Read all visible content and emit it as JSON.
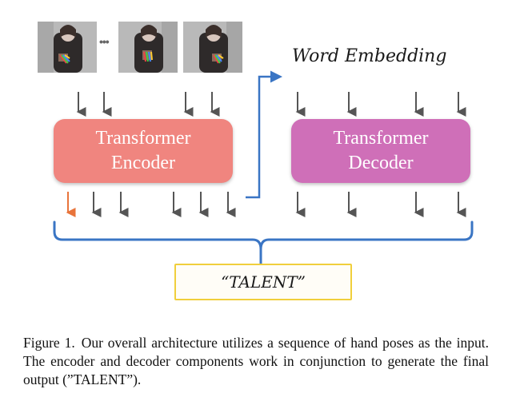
{
  "input_frames": [
    {
      "name": "input-frame-1"
    },
    {
      "name": "input-frame-2"
    },
    {
      "name": "input-frame-3"
    }
  ],
  "ellipsis": "•••",
  "encoder": {
    "label": "Transformer Encoder"
  },
  "decoder": {
    "label": "Transformer Decoder"
  },
  "word_embedding": {
    "title": "Word Embedding"
  },
  "output": {
    "text": "“TALENT”"
  },
  "caption": {
    "label": "Figure 1.",
    "text": "Our overall architecture utilizes a sequence of hand poses as the input. The encoder and decoder components work in conjunction to generate the final output (”TALENT”)."
  },
  "colors": {
    "encoder": "#f0857f",
    "decoder": "#cf6fb8",
    "connector": "#3a75c4",
    "brace": "#3a75c4",
    "output_border": "#f0cf3c",
    "arrow": "#555555",
    "highlight_arrow": "#e8743b"
  }
}
